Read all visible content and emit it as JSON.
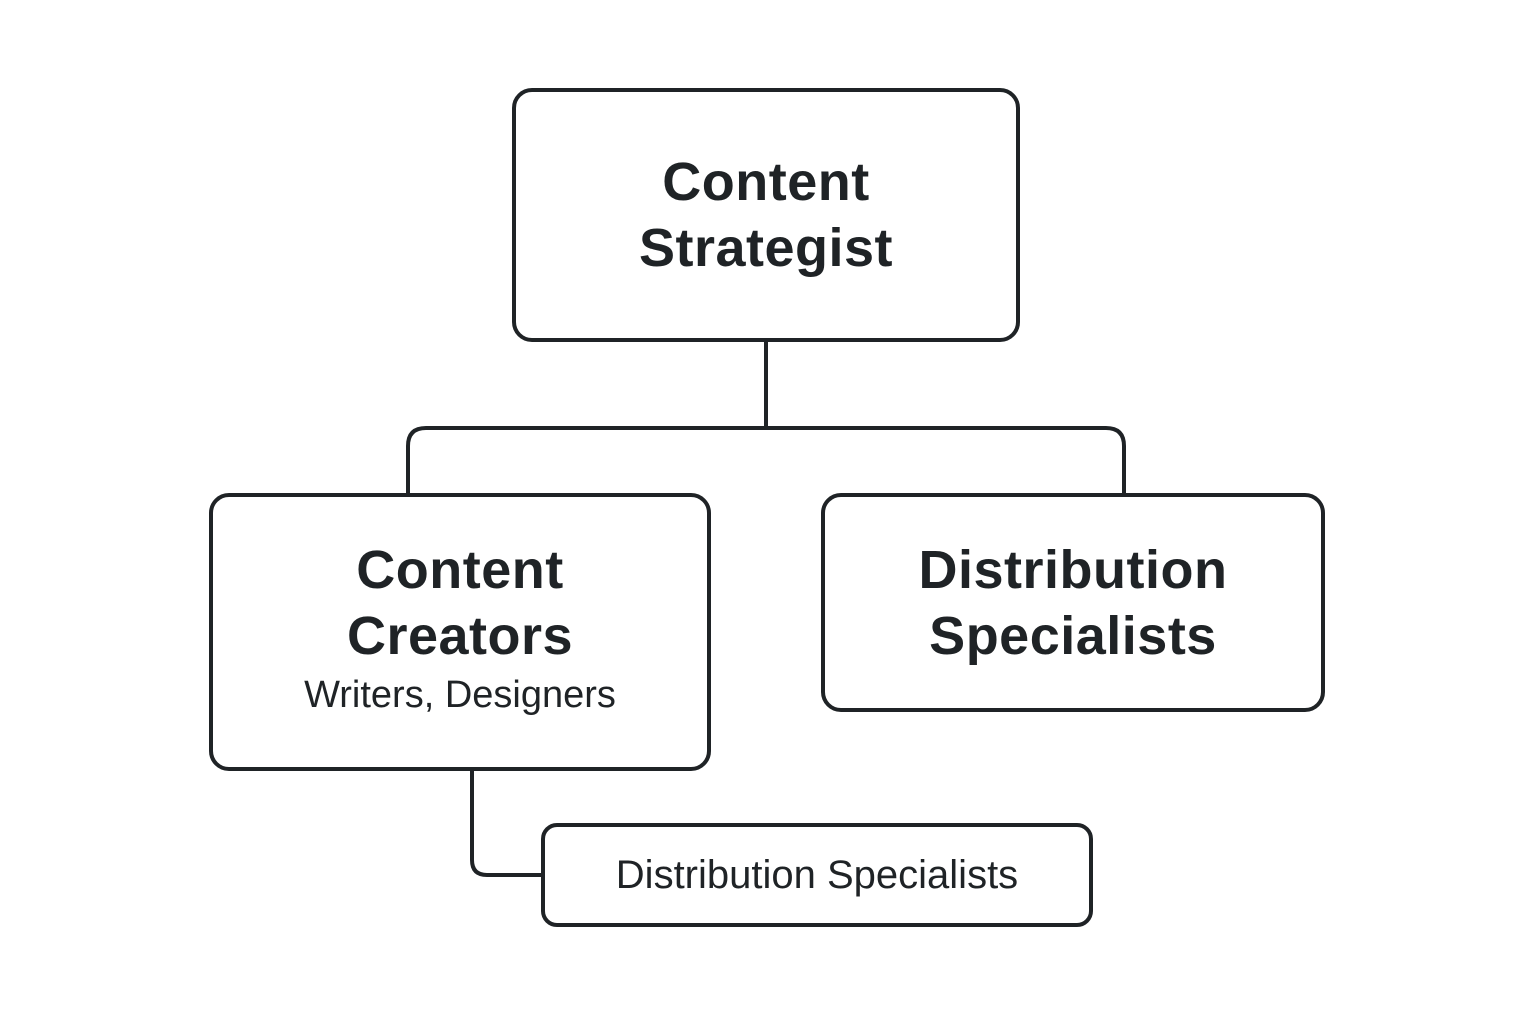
{
  "diagram": {
    "root": {
      "title_line1": "Content",
      "title_line2": "Strategist"
    },
    "children": [
      {
        "title_line1": "Content",
        "title_line2": "Creators",
        "subtitle": "Writers, Designers"
      },
      {
        "title_line1": "Distribution",
        "title_line2": "Specialists"
      }
    ],
    "sub_child": {
      "label": "Distribution Specialists"
    },
    "colors": {
      "stroke": "#1f2326",
      "background": "#ffffff"
    }
  }
}
